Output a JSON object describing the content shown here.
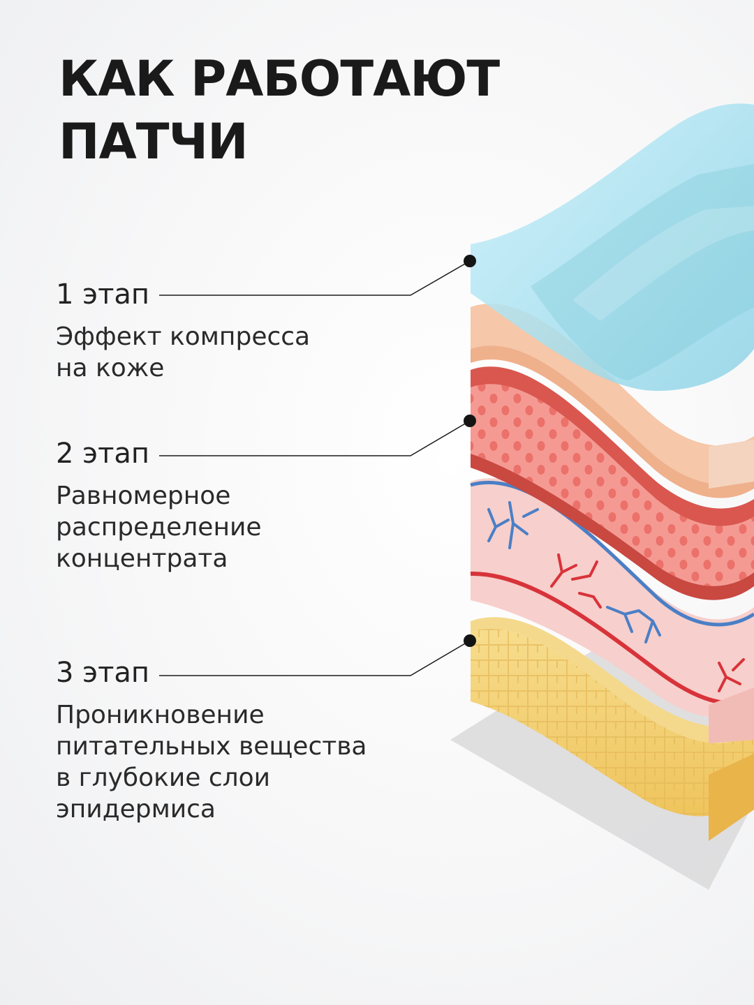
{
  "title": {
    "line1": "КАК РАБОТАЮТ",
    "line2": "ПАТЧИ"
  },
  "stages": [
    {
      "label": "1 этап",
      "description": [
        "Эффект компресса",
        "на коже"
      ]
    },
    {
      "label": "2 этап",
      "description": [
        "Равномерное",
        "распределение",
        "концентрата"
      ]
    },
    {
      "label": "3 этап",
      "description": [
        "Проникновение",
        "питательных вещества",
        "в глубокие слои",
        "эпидермиса"
      ]
    }
  ],
  "colors": {
    "patch": "#a9e4f2",
    "skin_top": "#f6c7a8",
    "dermis_red": "#d9574f",
    "dermis_pink": "#f7cfcc",
    "vein_blue": "#4a7fc6",
    "artery_red": "#d8333a",
    "fat_yellow": "#f3d27a"
  }
}
